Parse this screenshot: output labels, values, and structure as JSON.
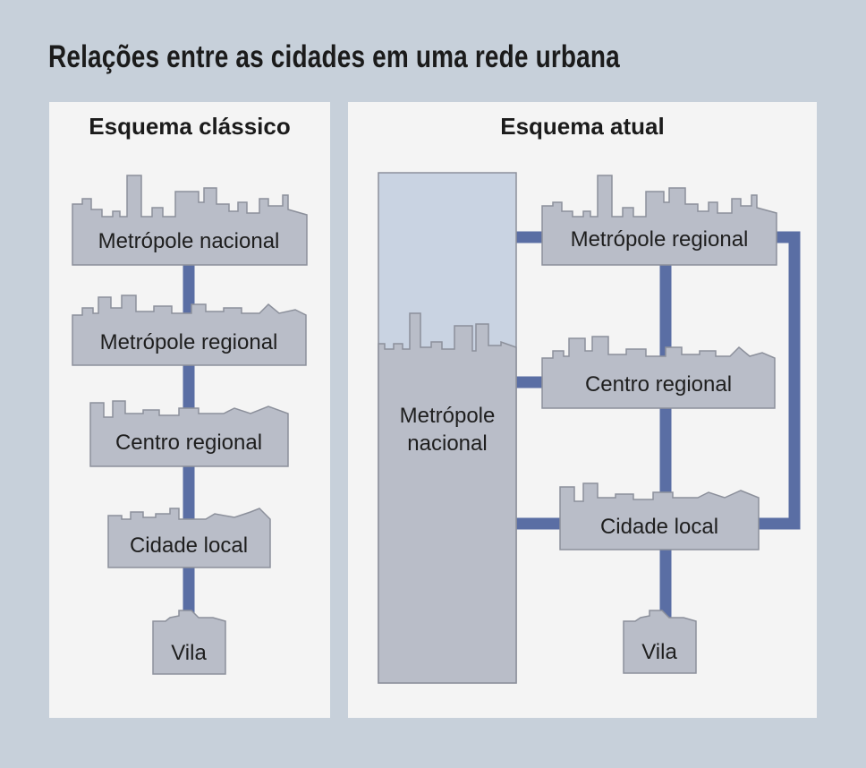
{
  "title": "Relações entre as cidades em uma rede urbana",
  "colors": {
    "background": "#c7d0da",
    "panel": "#f4f4f4",
    "city": "#b9bdc8",
    "city_stroke": "#8c909b",
    "connector": "#5a6ea4",
    "national_sky": "#c9d3e2"
  },
  "classic": {
    "title": "Esquema clássico",
    "nodes": [
      {
        "label": "Metrópole nacional"
      },
      {
        "label": "Metrópole regional"
      },
      {
        "label": "Centro regional"
      },
      {
        "label": "Cidade local"
      },
      {
        "label": "Vila"
      }
    ]
  },
  "current": {
    "title": "Esquema atual",
    "national": {
      "line1": "Metrópole",
      "line2": "nacional"
    },
    "nodes": [
      {
        "label": "Metrópole regional"
      },
      {
        "label": "Centro regional"
      },
      {
        "label": "Cidade local"
      },
      {
        "label": "Vila"
      }
    ]
  }
}
